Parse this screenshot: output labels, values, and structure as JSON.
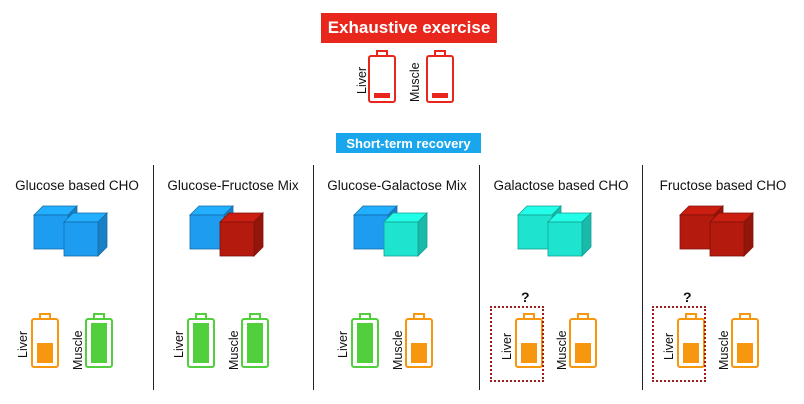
{
  "header": {
    "title": "Exhaustive exercise",
    "liver_label": "Liver",
    "muscle_label": "Muscle",
    "phase_label": "Short-term recovery"
  },
  "colors": {
    "glucose": "#1e9cf0",
    "fructose": "#b51a0e",
    "galactose": "#1ee3cf",
    "battery_full": "#52cf3c",
    "battery_partial": "#f7960f",
    "battery_empty": "#e8261c"
  },
  "columns": [
    {
      "title": "Glucose based CHO",
      "cubes": [
        "glucose",
        "glucose"
      ],
      "liver": {
        "label": "Liver",
        "level": "partial"
      },
      "muscle": {
        "label": "Muscle",
        "level": "full"
      },
      "uncertain": false
    },
    {
      "title": "Glucose-Fructose Mix",
      "cubes": [
        "glucose",
        "fructose"
      ],
      "liver": {
        "label": "Liver",
        "level": "full"
      },
      "muscle": {
        "label": "Muscle",
        "level": "full"
      },
      "uncertain": false
    },
    {
      "title": "Glucose-Galactose Mix",
      "cubes": [
        "glucose",
        "galactose"
      ],
      "liver": {
        "label": "Liver",
        "level": "full"
      },
      "muscle": {
        "label": "Muscle",
        "level": "partial"
      },
      "uncertain": false
    },
    {
      "title": "Galactose based CHO",
      "cubes": [
        "galactose",
        "galactose"
      ],
      "liver": {
        "label": "Liver",
        "level": "partial"
      },
      "muscle": {
        "label": "Muscle",
        "level": "partial"
      },
      "uncertain": true,
      "question": "?"
    },
    {
      "title": "Fructose based CHO",
      "cubes": [
        "fructose",
        "fructose"
      ],
      "liver": {
        "label": "Liver",
        "level": "partial"
      },
      "muscle": {
        "label": "Muscle",
        "level": "partial"
      },
      "uncertain": true,
      "question": "?"
    }
  ]
}
